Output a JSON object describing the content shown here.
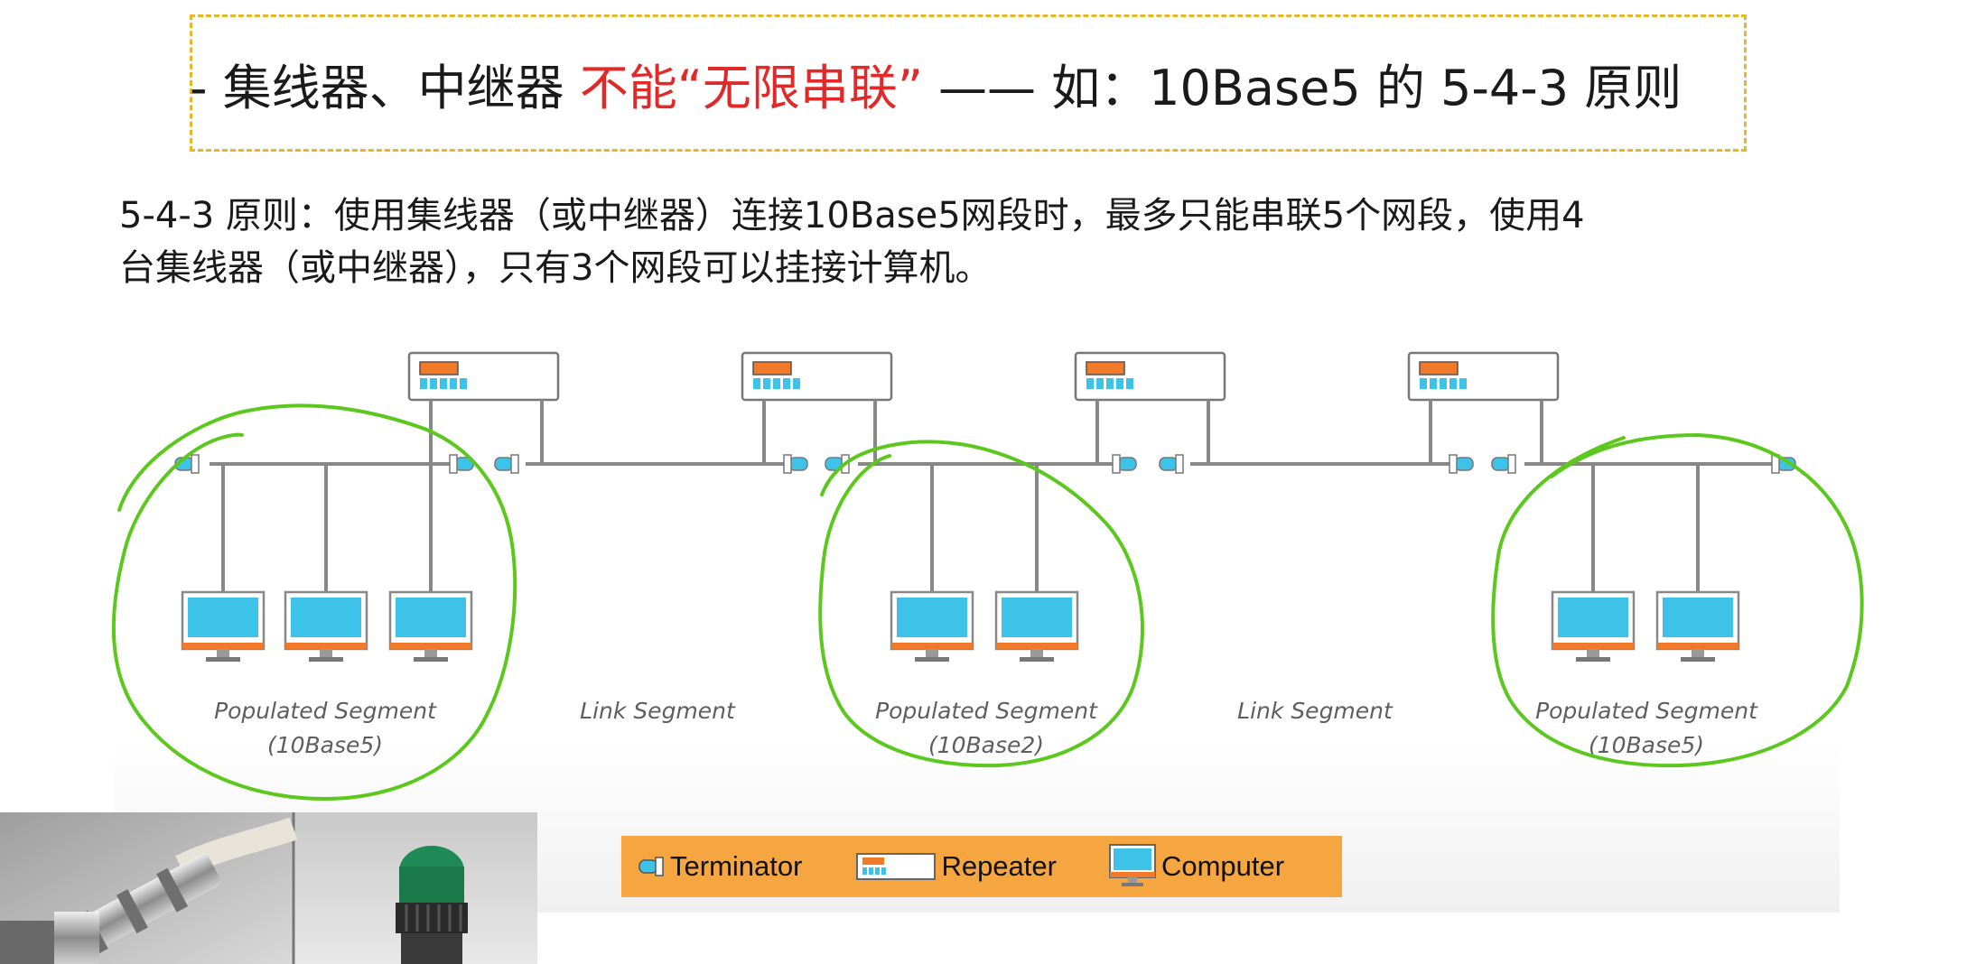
{
  "title": {
    "bullet": "-",
    "part1": "集线器、中继器",
    "red_part": "不能“无限串联”",
    "dash": "——",
    "part2": "如：10Base5 的 5-4-3 原则"
  },
  "description": {
    "line1": "5-4-3 原则：使用集线器（或中继器）连接10Base5网段时，最多只能串联5个网段，使用4",
    "line2": "台集线器（或中继器），只有3个网段可以挂接计算机。"
  },
  "segments": [
    {
      "name": "Populated Segment",
      "type": "(10Base5)",
      "computers": 3
    },
    {
      "name": "Link Segment",
      "type": "",
      "computers": 0
    },
    {
      "name": "Populated Segment",
      "type": "(10Base2)",
      "computers": 2
    },
    {
      "name": "Link Segment",
      "type": "",
      "computers": 0
    },
    {
      "name": "Populated Segment",
      "type": "(10Base5)",
      "computers": 2
    }
  ],
  "legend": {
    "terminator": "Terminator",
    "repeater": "Repeater",
    "computer": "Computer"
  },
  "colors": {
    "title_red": "#e02a2a",
    "dashed_border": "#e8b726",
    "annotation_green": "#5cc81e",
    "legend_bg": "#f5a640",
    "screen_blue": "#3ec3e8",
    "device_orange": "#f07a2a"
  }
}
